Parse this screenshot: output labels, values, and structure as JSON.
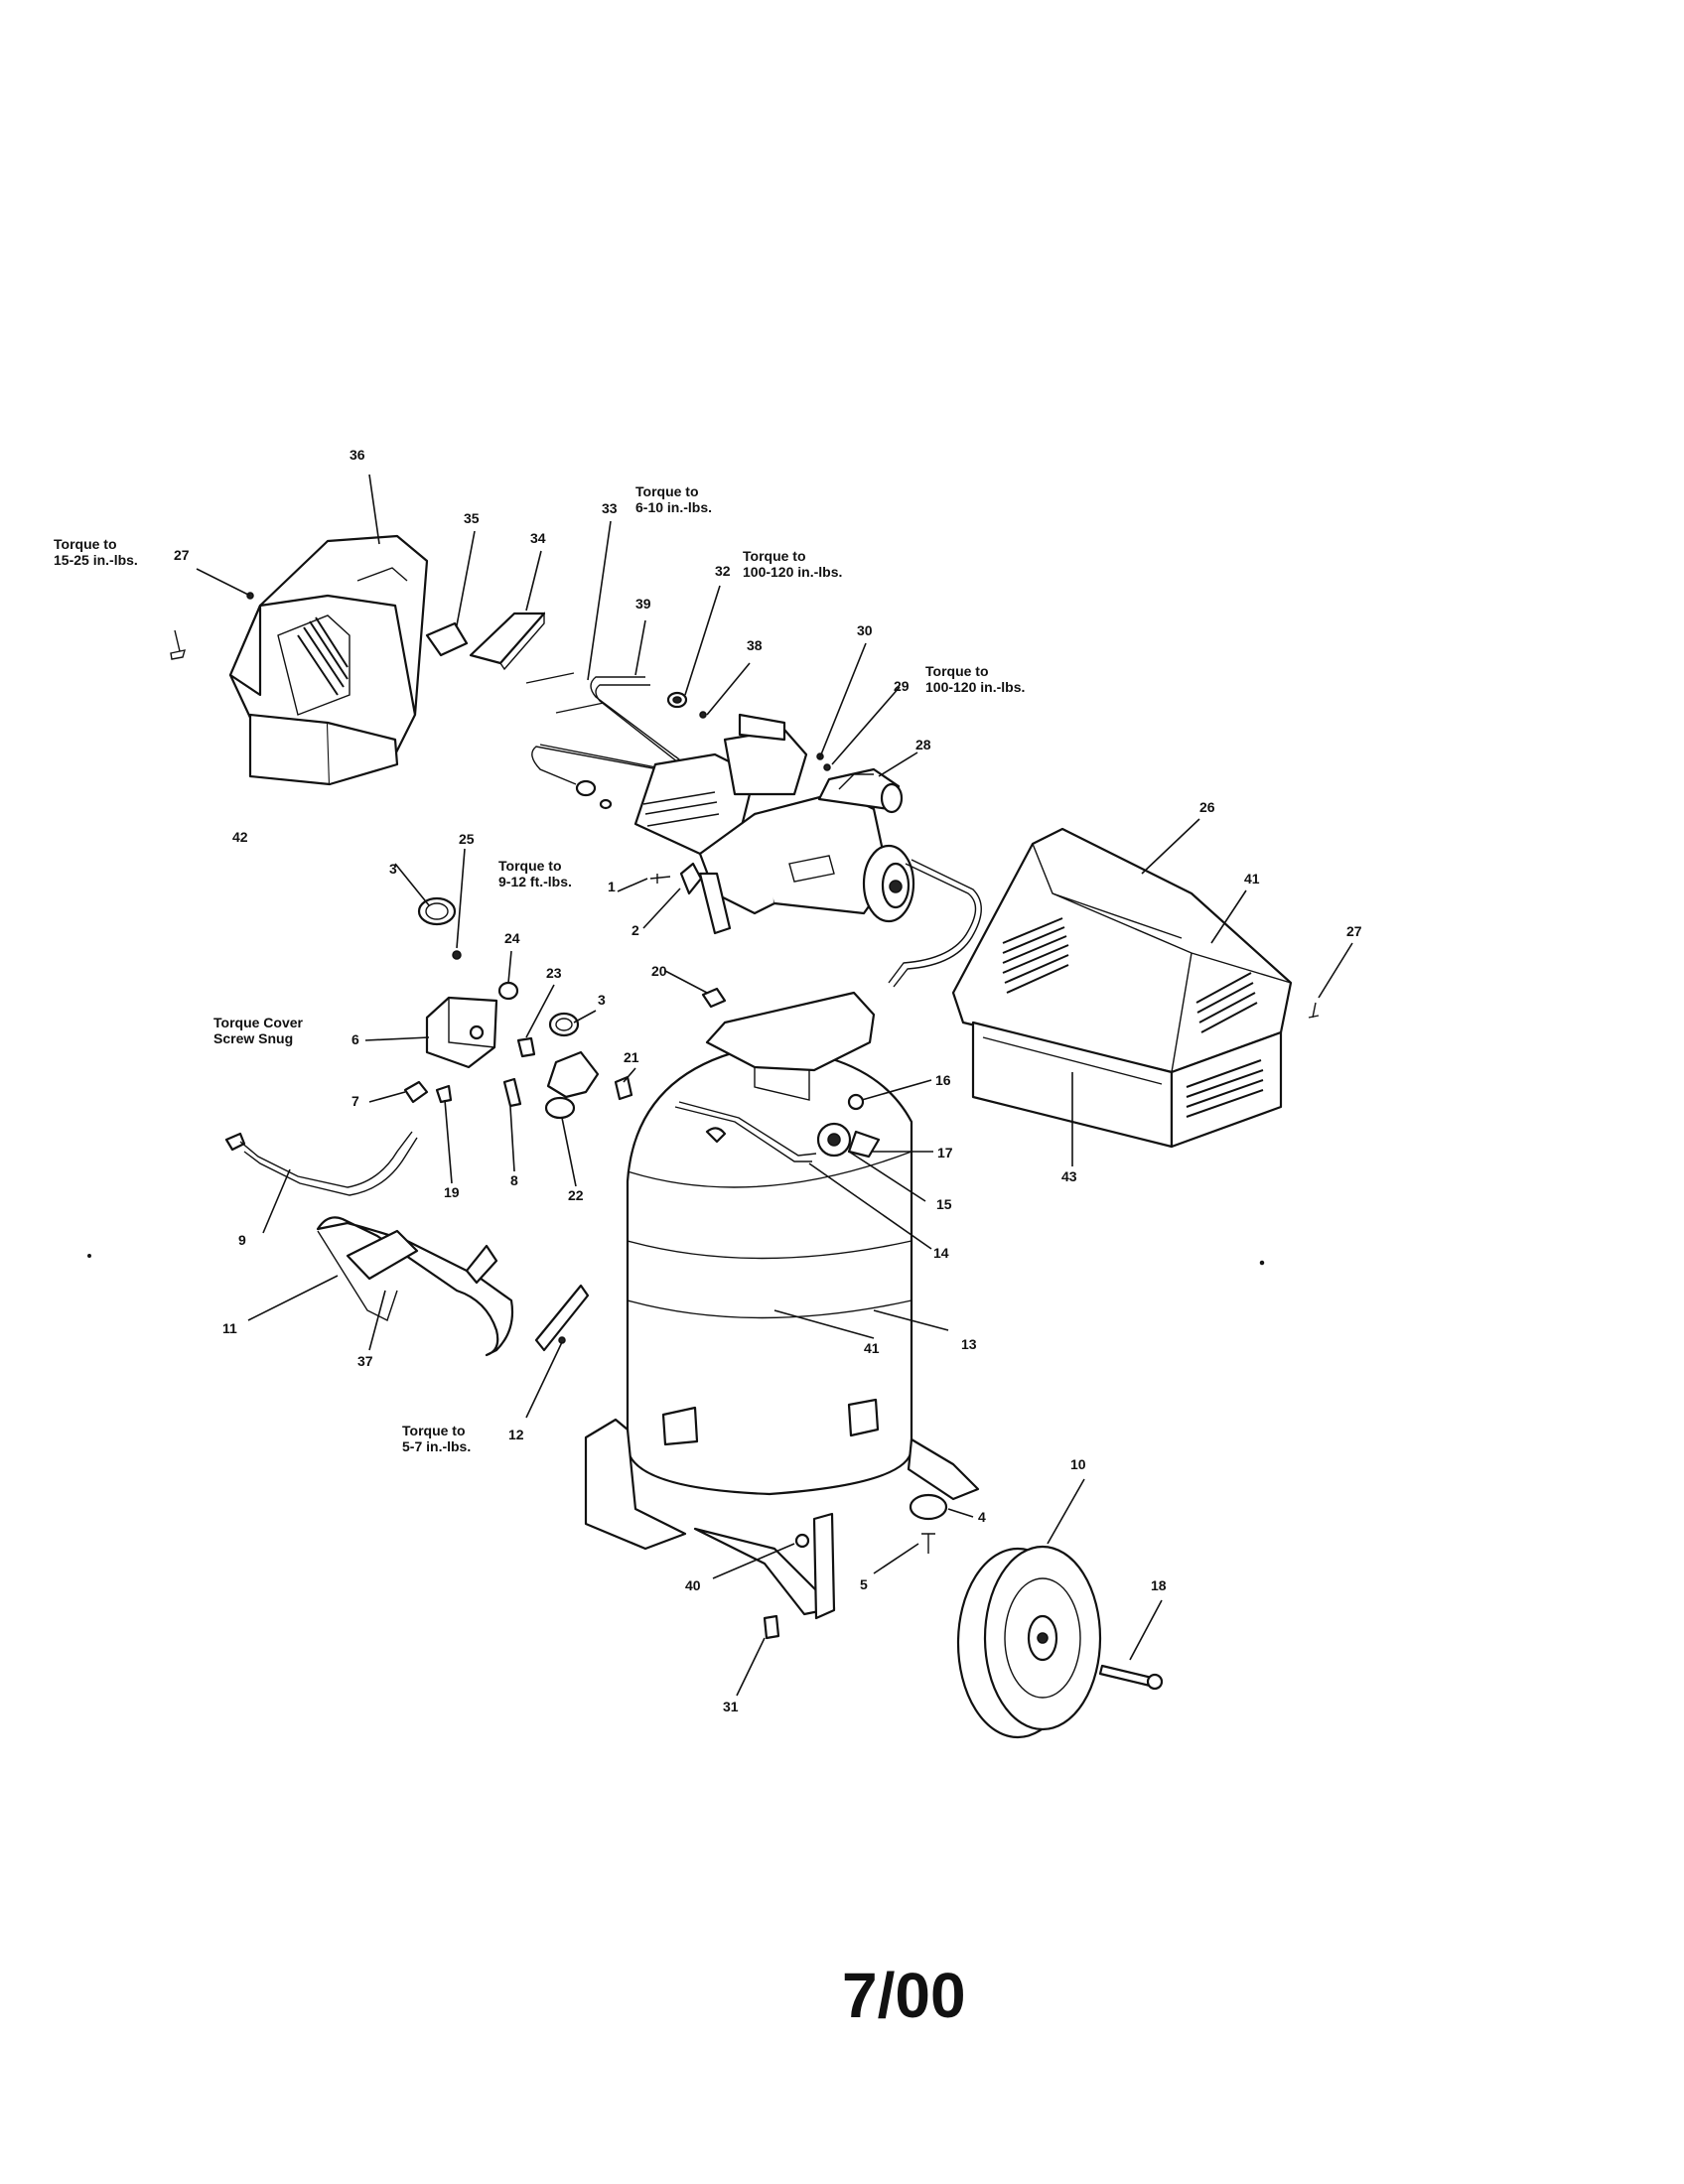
{
  "page_footer": {
    "date": "7/00"
  },
  "torque_notes": {
    "t_6_10": [
      "Torque to",
      "6-10 in.-lbs."
    ],
    "t_15_25": [
      "Torque to",
      "15-25 in.-lbs."
    ],
    "t_100_120a": [
      "Torque to",
      "100-120 in.-lbs."
    ],
    "t_100_120b": [
      "Torque to",
      "100-120 in.-lbs."
    ],
    "t_9_12": [
      "Torque to",
      "9-12 ft.-lbs."
    ],
    "t_cover": [
      "Torque Cover",
      "Screw Snug"
    ],
    "t_5_7": [
      "Torque to",
      "5-7 in.-lbs."
    ]
  },
  "callouts": {
    "c36": "36",
    "c35": "35",
    "c34": "34",
    "c33": "33",
    "c32": "32",
    "c39": "39",
    "c38": "38",
    "c30": "30",
    "c29": "29",
    "c28": "28",
    "c27a": "27",
    "c27b": "27",
    "c42": "42",
    "c26": "26",
    "c41a": "41",
    "c41b": "41",
    "c25": "25",
    "c3a": "3",
    "c3b": "3",
    "c1": "1",
    "c2": "2",
    "c24": "24",
    "c23": "23",
    "c20": "20",
    "c6": "6",
    "c21": "21",
    "c16": "16",
    "c7": "7",
    "c19": "19",
    "c8": "8",
    "c22": "22",
    "c17": "17",
    "c43": "43",
    "c15": "15",
    "c9": "9",
    "c14": "14",
    "c11": "11",
    "c37": "37",
    "c13": "13",
    "c12": "12",
    "c10": "10",
    "c4": "4",
    "c5": "5",
    "c40": "40",
    "c18": "18",
    "c31": "31"
  }
}
